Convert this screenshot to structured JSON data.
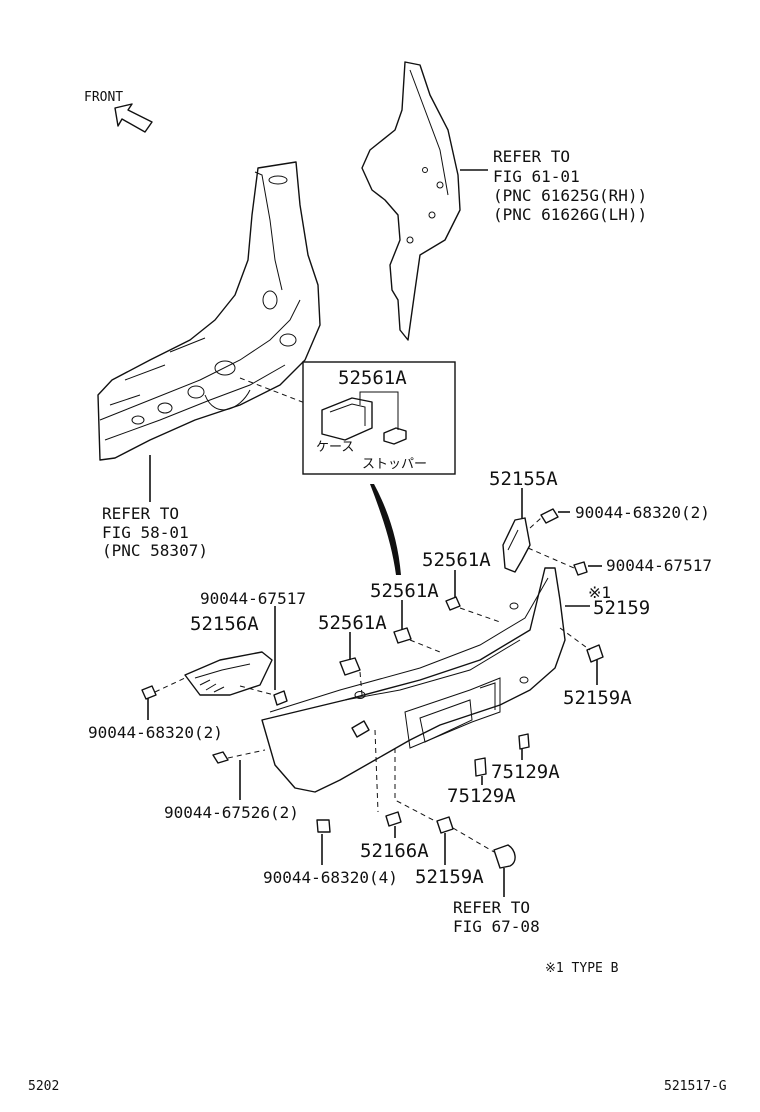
{
  "front_label": "FRONT",
  "refer_61": {
    "l1": "REFER TO",
    "l2": "FIG 61-01",
    "l3": "(PNC 61625G(RH))",
    "l4": "(PNC 61626G(LH))"
  },
  "refer_58": {
    "l1": "REFER TO",
    "l2": "FIG 58-01",
    "l3": "(PNC 58307)"
  },
  "refer_67": {
    "l1": "REFER TO",
    "l2": "FIG 67-08"
  },
  "inset": {
    "title": "52561A",
    "case_jp": "ケース",
    "stopper_jp": "ストッパー"
  },
  "parts": {
    "p52155A": "52155A",
    "p90044_68320_2_right": "90044-68320(2)",
    "p90044_67517_right": "90044-67517",
    "p52561A_1": "52561A",
    "p52561A_2": "52561A",
    "p52561A_3": "52561A",
    "p52159": "52159",
    "note_mark": "※1",
    "p52159A_right": "52159A",
    "p90044_67517_left": "90044-67517",
    "p52156A": "52156A",
    "p90044_68320_2_left": "90044-68320(2)",
    "p90044_67526_2": "90044-67526(2)",
    "p75129A_1": "75129A",
    "p75129A_2": "75129A",
    "p52166A": "52166A",
    "p90044_68320_4": "90044-68320(4)",
    "p52159A_bottom": "52159A"
  },
  "footnote": "※1 TYPE B",
  "page_number": "5202",
  "figure_code": "521517-G"
}
